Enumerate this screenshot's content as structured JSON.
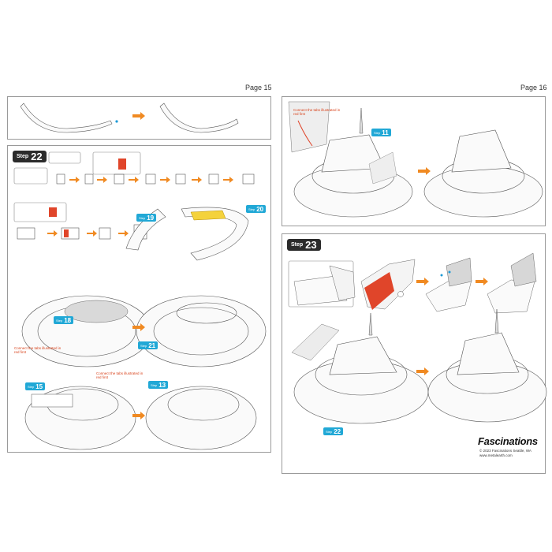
{
  "pages": {
    "left": {
      "label": "Page 15"
    },
    "right": {
      "label": "Page 16"
    }
  },
  "steps": {
    "step22": {
      "word": "Step",
      "number": "22"
    },
    "step23": {
      "word": "Step",
      "number": "23"
    }
  },
  "refs": {
    "r11": {
      "word": "Step",
      "number": "11"
    },
    "r19": {
      "word": "Step",
      "number": "19"
    },
    "r20": {
      "word": "Step",
      "number": "20"
    },
    "r18": {
      "word": "Step",
      "number": "18"
    },
    "r21": {
      "word": "Step",
      "number": "21"
    },
    "r15": {
      "word": "Step",
      "number": "15"
    },
    "r13": {
      "word": "Step",
      "number": "13"
    },
    "r22": {
      "word": "Step",
      "number": "22"
    }
  },
  "notes": {
    "connect_tabs": "Connect the tabs illustrated in red first"
  },
  "footer": {
    "brand": "Fascinations",
    "copyright": "© 2023 Fascinations Seattle, WA",
    "url": "www.metalearth.com"
  },
  "colors": {
    "step_badge": "#2b2b2b",
    "step_ref": "#21a8d6",
    "arrow": "#f08a22",
    "highlight_red": "#e0452a",
    "highlight_yellow": "#f4d23c"
  }
}
